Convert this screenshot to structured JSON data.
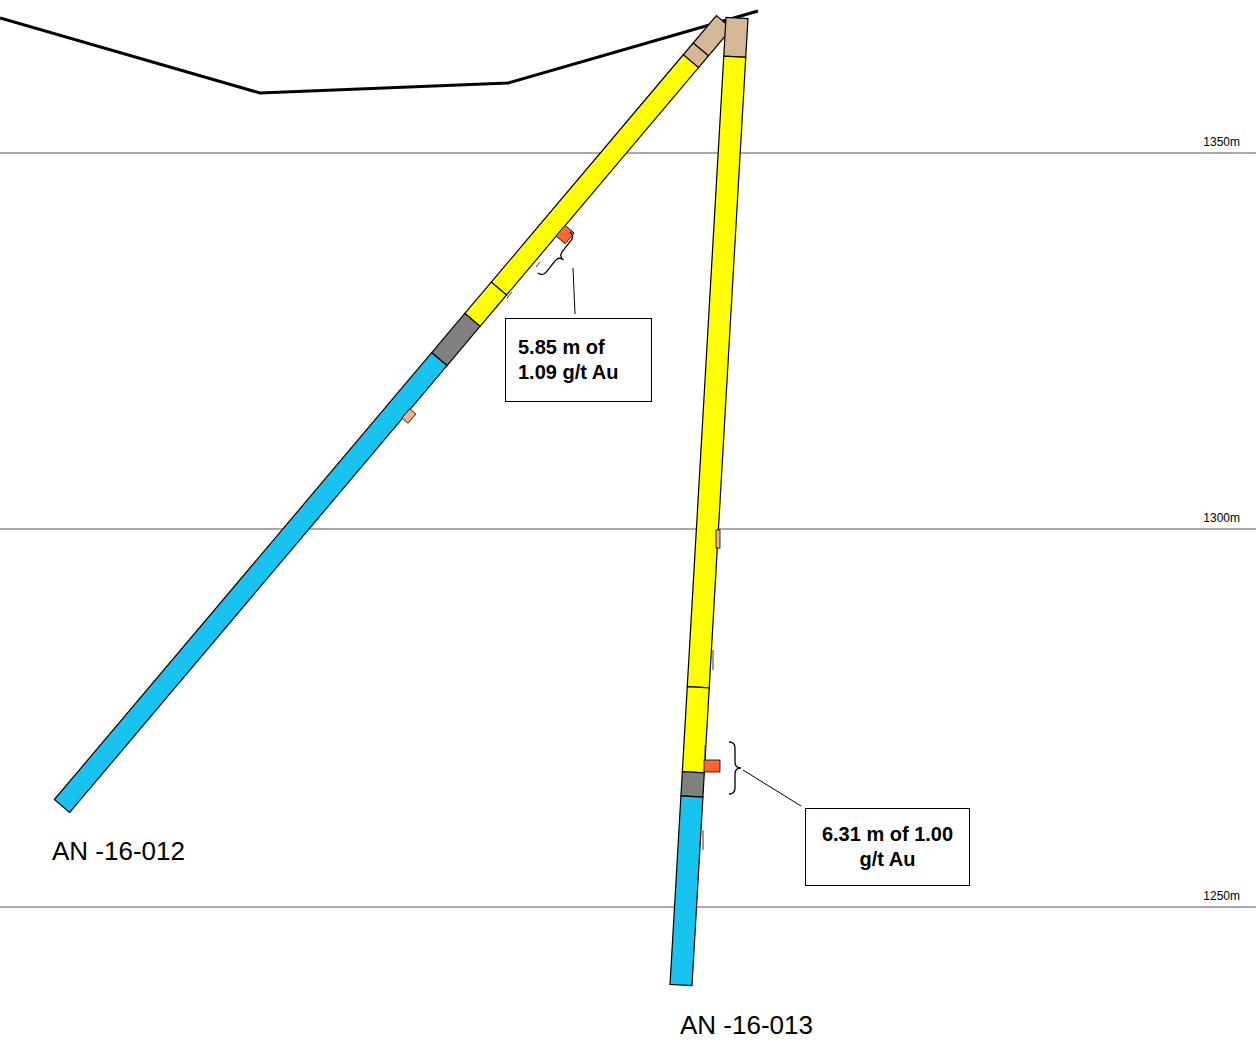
{
  "diagram": {
    "nodes": [
      {
        "text": [
          "5.85 m of 1.09 g/t Au"
        ]
      },
      {
        "text": [
          "6.31 m of 1.00 g/t Au"
        ]
      }
    ],
    "labels": [
      "1350m",
      "1300m",
      "1250m",
      "AN -16-012",
      "AN -16-013"
    ]
  }
}
